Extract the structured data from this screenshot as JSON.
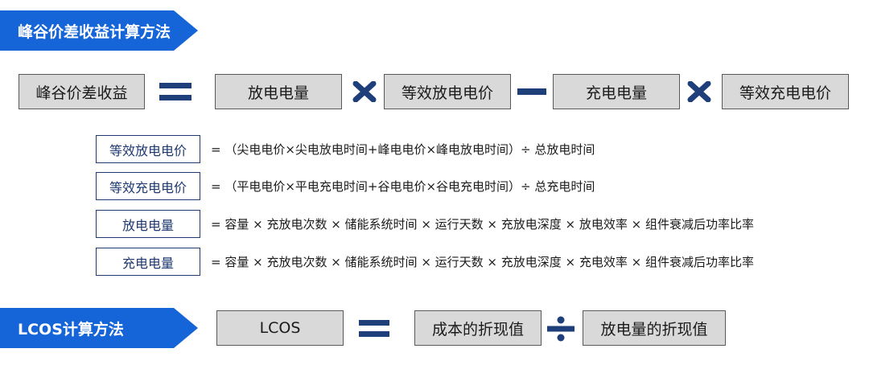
{
  "section1": {
    "title": "峰谷价差收益计算方法",
    "formula": {
      "result": "峰谷价差收益",
      "term1": "放电电量",
      "term2": "等效放电电价",
      "term3": "充电电量",
      "term4": "等效充电电价"
    },
    "definitions": [
      {
        "term": "等效放电电价",
        "text": "= （尖电电价×尖电放电时间+峰电电价×峰电放电时间）÷ 总放电时间"
      },
      {
        "term": "等效充电电价",
        "text": "= （平电电价×平电充电时间+谷电电价×谷电充电时间）÷ 总充电时间"
      },
      {
        "term": "放电电量",
        "text": "= 容量 × 充放电次数 × 储能系统时间 × 运行天数 × 充放电深度 × 放电效率 × 组件衰减后功率比率"
      },
      {
        "term": "充电电量",
        "text": "= 容量 × 充放电次数 × 储能系统时间 × 运行天数 × 充放电深度 × 充电效率 × 组件衰减后功率比率"
      }
    ]
  },
  "section2": {
    "title": "LCOS计算方法",
    "formula": {
      "result": "LCOS",
      "numerator": "成本的折现值",
      "denominator": "放电量的折现值"
    }
  },
  "colors": {
    "accent": "#1565d8",
    "operator": "#1e3f7a",
    "box_fill": "#d9d9d9",
    "definition_border": "#1f3a70"
  },
  "icons": [
    "equals-icon",
    "multiply-icon",
    "minus-icon",
    "divide-icon"
  ]
}
